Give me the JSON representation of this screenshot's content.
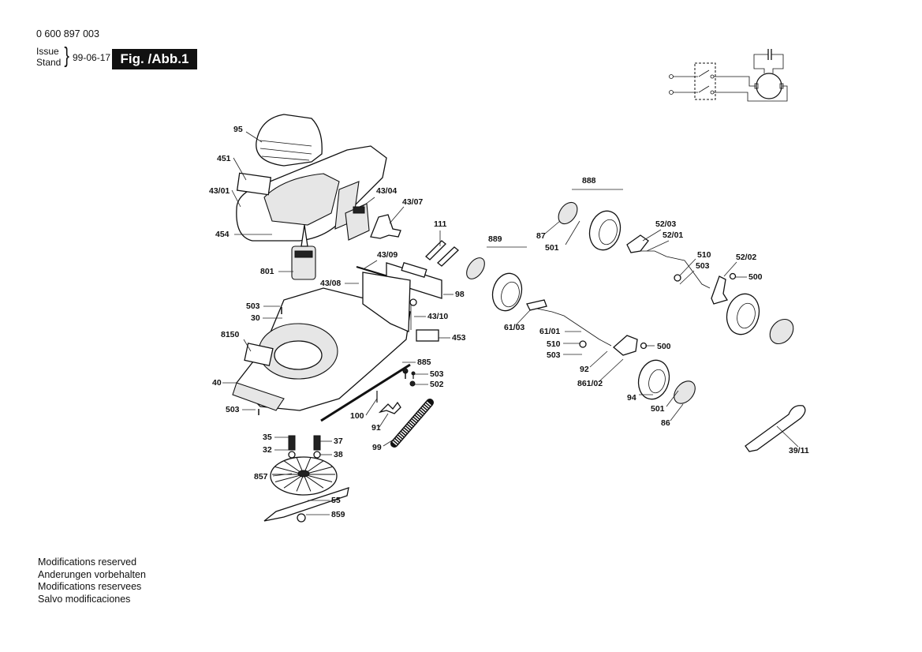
{
  "header": {
    "part_number": "0 600 897 003",
    "issue_label": "Issue",
    "stand_label": "Stand",
    "date": "99-06-17",
    "figure_label": "Fig. /Abb.1"
  },
  "footer": {
    "lines": [
      "Modifications reserved",
      "Anderungen vorbehalten",
      "Modifications reservees",
      "Salvo modificaciones"
    ]
  },
  "diagram": {
    "title": "Exploded parts view - electric lawn mower",
    "wiring_schematic": "switch-capacitor-motor",
    "labels": {
      "p95": "95",
      "p451": "451",
      "p4301": "43/01",
      "p454": "454",
      "p4304": "43/04",
      "p4307": "43/07",
      "p801": "801",
      "p111": "111",
      "p4309": "43/09",
      "p4308": "43/08",
      "p98": "98",
      "p503a": "503",
      "p30": "30",
      "p4310": "43/10",
      "p453": "453",
      "p8150": "8150",
      "p885": "885",
      "p40": "40",
      "p503b": "503",
      "p502": "502",
      "p503c": "503",
      "p100": "100",
      "p91": "91",
      "p35": "35",
      "p37": "37",
      "p32": "32",
      "p38": "38",
      "p99": "99",
      "p857": "857",
      "p55": "55",
      "p859": "859",
      "p888": "888",
      "p87": "87",
      "p501a": "501",
      "p5203": "52/03",
      "p5201": "52/01",
      "p889": "889",
      "p510a": "510",
      "p503d": "503",
      "p5202": "52/02",
      "p500a": "500",
      "p6103": "61/03",
      "p6101": "61/01",
      "p510b": "510",
      "p503e": "503",
      "p500b": "500",
      "p92": "92",
      "p86102": "861/02",
      "p94": "94",
      "p501b": "501",
      "p86": "86",
      "p3911": "39/11"
    }
  }
}
